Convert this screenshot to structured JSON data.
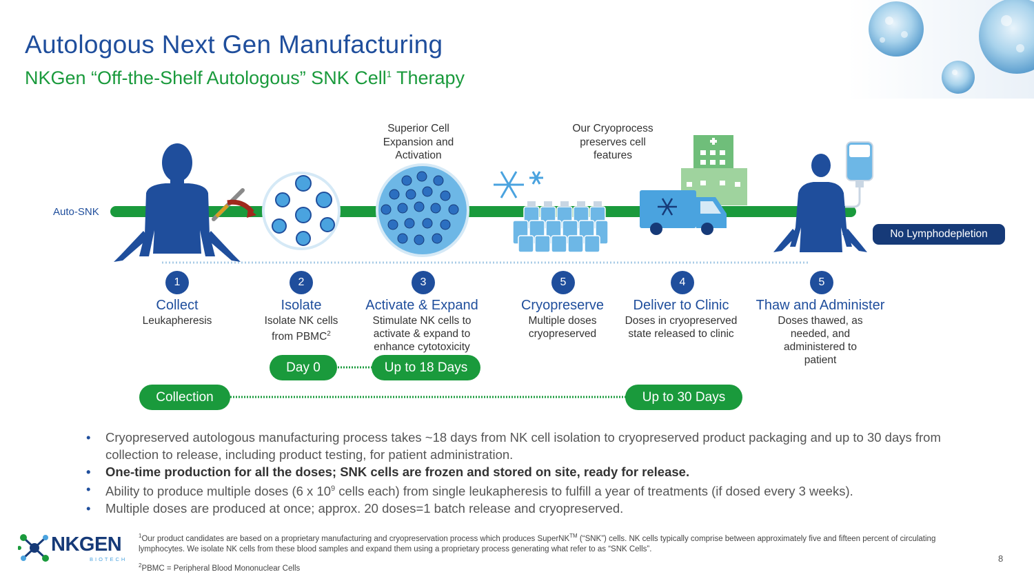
{
  "header": {
    "title": "Autologous Next Gen Manufacturing",
    "subtitle_main": "NKGen “Off-the-Shelf Autologous” SNK Cell",
    "subtitle_sup": "1",
    "subtitle_end": " Therapy"
  },
  "diagram": {
    "line_label": "Auto-SNK",
    "note_expansion": "Superior Cell Expansion and Activation",
    "note_cryo": "Our Cryoprocess preserves cell features",
    "no_lymphodepletion": "No Lymphodepletion",
    "steps": [
      {
        "num": "1",
        "title": "Collect",
        "desc": "Leukapheresis",
        "desc_sup": ""
      },
      {
        "num": "2",
        "title": "Isolate",
        "desc": "Isolate NK cells from PBMC",
        "desc_sup": "2"
      },
      {
        "num": "3",
        "title": "Activate & Expand",
        "desc": "Stimulate NK cells to activate & expand to enhance cytotoxicity",
        "desc_sup": ""
      },
      {
        "num": "5",
        "title": "Cryopreserve",
        "desc": "Multiple doses cryopreserved",
        "desc_sup": ""
      },
      {
        "num": "4",
        "title": "Deliver to Clinic",
        "desc": "Doses in cryopreserved state released to clinic",
        "desc_sup": ""
      },
      {
        "num": "5",
        "title": "Thaw and Administer",
        "desc": "Doses thawed, as needed, and administered to patient",
        "desc_sup": ""
      }
    ],
    "timeline": {
      "day0": "Day 0",
      "up_to_18": "Up to 18 Days",
      "collection": "Collection",
      "up_to_30": "Up to 30 Days"
    },
    "colors": {
      "navy": "#1f4e9c",
      "green": "#1a9a3c",
      "light_blue": "#4aa3df",
      "dark_navy": "#163a78"
    }
  },
  "bullets": [
    {
      "text": "Cryopreserved autologous manufacturing process takes ~18 days from NK cell isolation to cryopreserved product packaging and up to 30 days from collection to release, including product testing, for patient administration.",
      "bold": false
    },
    {
      "text": "One-time production for all the doses; SNK cells are frozen and stored on site, ready for release.",
      "bold": true
    },
    {
      "text_before": "Ability to produce multiple doses (6 x 10",
      "sup": "9",
      "text_after": " cells each) from single leukapheresis to fulfill a year of treatments (if dosed every 3 weeks).",
      "bold": false
    },
    {
      "text": "Multiple doses are produced at once; approx. 20 doses=1 batch release and cryopreserved.",
      "bold": false
    }
  ],
  "logo": {
    "name": "NKGEN",
    "sub": "BIOTECH"
  },
  "footnotes": {
    "fn1_mark": "1",
    "fn1_a": "Our product candidates are based on a proprietary manufacturing and cryopreservation process which produces SuperNK",
    "fn1_tm": "TM",
    "fn1_b": " (“SNK”) cells. NK cells typically comprise between approximately five and fifteen percent of circulating lymphocytes. We isolate NK cells from these blood samples and expand them using a proprietary process generating what refer to as “SNK Cells”.",
    "fn2_mark": "2",
    "fn2": "PBMC = Peripheral Blood Mononuclear Cells"
  },
  "page_number": "8"
}
